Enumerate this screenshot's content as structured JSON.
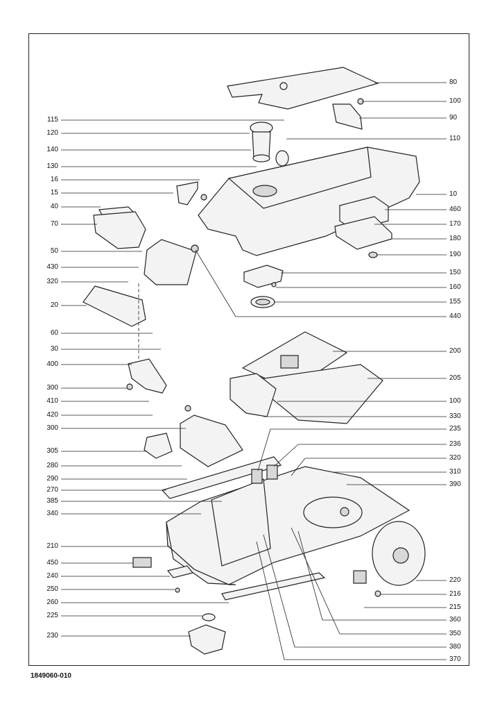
{
  "diagram": {
    "left_labels": [
      "115",
      "120",
      "140",
      "130",
      "16",
      "15",
      "40",
      "70",
      "50",
      "430",
      "320",
      "20",
      "60",
      "30",
      "400",
      "300",
      "410",
      "420",
      "300",
      "305",
      "280",
      "290",
      "270",
      "385",
      "340",
      "210",
      "450",
      "240",
      "250",
      "260",
      "225",
      "230"
    ],
    "right_labels": [
      "80",
      "100",
      "90",
      "110",
      "10",
      "460",
      "170",
      "180",
      "190",
      "150",
      "160",
      "155",
      "440",
      "200",
      "205",
      "100",
      "330",
      "235",
      "236",
      "320",
      "310",
      "390",
      "220",
      "216",
      "215",
      "360",
      "350",
      "380",
      "370"
    ]
  },
  "footer": {
    "document_number": "1849060-010"
  }
}
